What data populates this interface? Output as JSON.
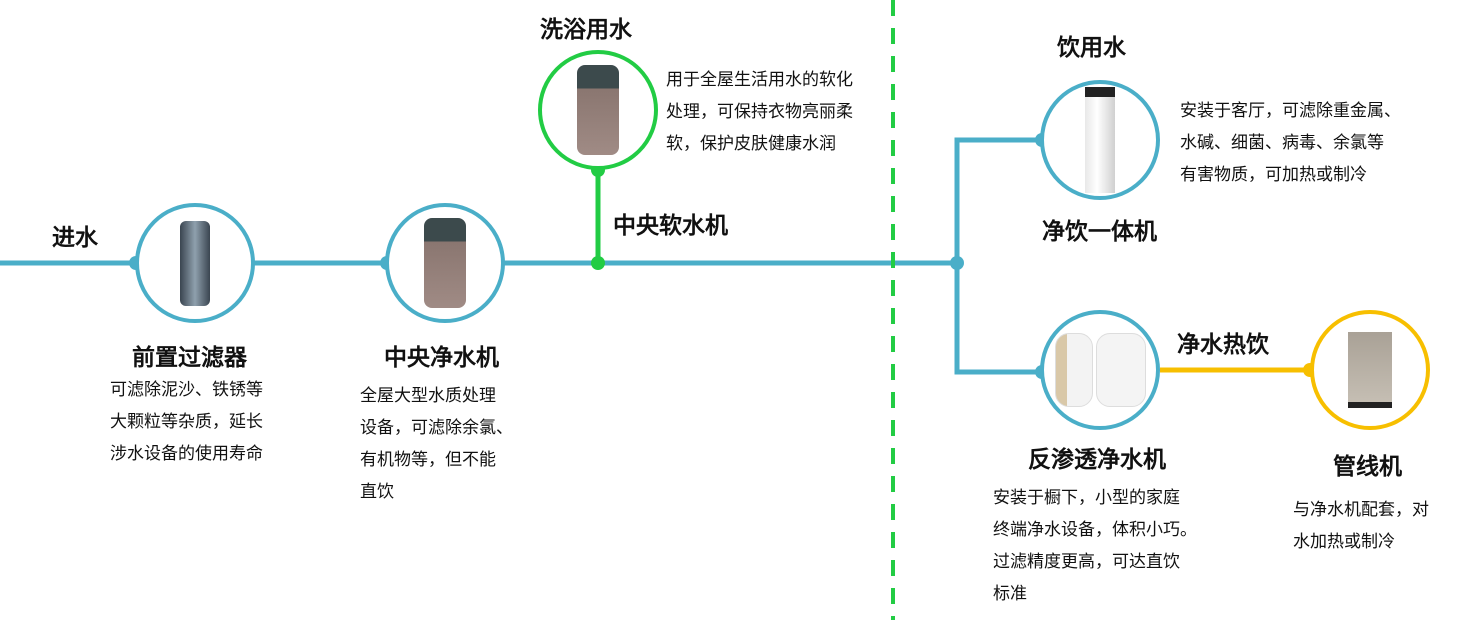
{
  "colors": {
    "main": "#4aaec8",
    "soft": "#22cc44",
    "hot": "#f7bf00"
  },
  "inlet": "进水",
  "nodes": {
    "prefilter": {
      "title": "前置过滤器",
      "desc": [
        "可滤除泥沙、铁锈等",
        "大颗粒等杂质，延长",
        "涉水设备的使用寿命"
      ]
    },
    "central": {
      "title": "中央净水机",
      "desc": [
        "全屋大型水质处理",
        "设备，可滤除余氯、",
        "有机物等，但不能",
        "直饮"
      ]
    },
    "softener": {
      "section": "洗浴用水",
      "title": "中央软水机",
      "desc": [
        "用于全屋生活用水的软化",
        "处理，可保持衣物亮丽柔",
        "软，保护皮肤健康水润"
      ]
    },
    "dispenser": {
      "section": "饮用水",
      "title": "净饮一体机",
      "desc": [
        "安装于客厅，可滤除重金属、",
        "水碱、细菌、病毒、余氯等",
        "有害物质，可加热或制冷"
      ]
    },
    "ro": {
      "title": "反渗透净水机",
      "desc": [
        "安装于橱下，小型的家庭",
        "终端净水设备，体积小巧。",
        "过滤精度更高，可达直饮",
        "标准"
      ]
    },
    "pipeline": {
      "link": "净水热饮",
      "title": "管线机",
      "desc": [
        "与净水机配套，对",
        "水加热或制冷"
      ]
    }
  }
}
